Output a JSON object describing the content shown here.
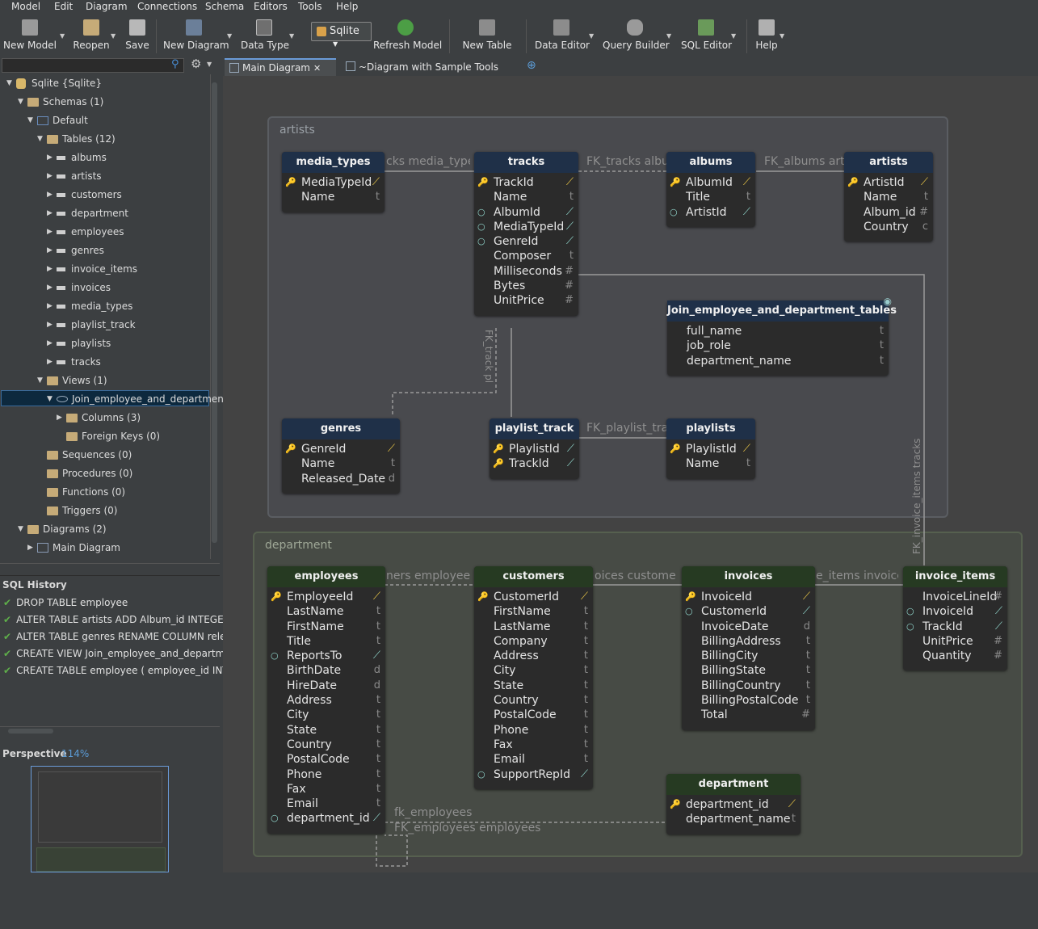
{
  "menu": [
    "Model",
    "Edit",
    "Diagram",
    "Connections",
    "Schema",
    "Editors",
    "Tools",
    "Help"
  ],
  "toolbar": {
    "new_model": "New Model",
    "reopen": "Reopen",
    "save": "Save",
    "new_diagram": "New Diagram",
    "data_type": "Data Type",
    "db_combo": "Sqlite",
    "refresh_model": "Refresh Model",
    "new_table": "New Table",
    "data_editor": "Data Editor",
    "query_builder": "Query Builder",
    "sql_editor": "SQL Editor",
    "help": "Help"
  },
  "tabs": [
    "Main Diagram",
    "~Diagram with Sample Tools"
  ],
  "tree": {
    "root": "Sqlite {Sqlite}",
    "schemas": "Schemas (1)",
    "default": "Default",
    "tables": "Tables (12)",
    "table_names": [
      "albums",
      "artists",
      "customers",
      "department",
      "employees",
      "genres",
      "invoice_items",
      "invoices",
      "media_types",
      "playlist_track",
      "playlists",
      "tracks"
    ],
    "views": "Views (1)",
    "view": "Join_employee_and_department",
    "columns": "Columns (3)",
    "fkeys": "Foreign Keys (0)",
    "sequences": "Sequences (0)",
    "procedures": "Procedures (0)",
    "functions": "Functions (0)",
    "triggers": "Triggers (0)",
    "diagrams": "Diagrams (2)",
    "main_diagram": "Main Diagram"
  },
  "sql_history": {
    "title": "SQL History",
    "items": [
      "DROP TABLE employee",
      "ALTER TABLE artists ADD Album_id INTEGER",
      "ALTER TABLE genres RENAME COLUMN release",
      "CREATE VIEW Join_employee_and_department_t",
      "CREATE TABLE employee ( employee_id INT NO"
    ]
  },
  "perspective": {
    "title": "Perspective",
    "zoom": "114%"
  },
  "groups": {
    "artists": "artists",
    "department": "department"
  },
  "entities": {
    "media_types": {
      "name": "media_types",
      "cols": [
        [
          "MediaTypeId",
          "pk"
        ],
        [
          "Name",
          "t"
        ]
      ]
    },
    "tracks": {
      "name": "tracks",
      "cols": [
        [
          "TrackId",
          "pk"
        ],
        [
          "Name",
          "t"
        ],
        [
          "AlbumId",
          "fk"
        ],
        [
          "MediaTypeId",
          "fk"
        ],
        [
          "GenreId",
          "fk"
        ],
        [
          "Composer",
          "t"
        ],
        [
          "Milliseconds",
          "#"
        ],
        [
          "Bytes",
          "#"
        ],
        [
          "UnitPrice",
          "#"
        ]
      ]
    },
    "albums": {
      "name": "albums",
      "cols": [
        [
          "AlbumId",
          "pk"
        ],
        [
          "Title",
          "t"
        ],
        [
          "ArtistId",
          "fk"
        ]
      ]
    },
    "artists": {
      "name": "artists",
      "cols": [
        [
          "ArtistId",
          "pk"
        ],
        [
          "Name",
          "t"
        ],
        [
          "Album_id",
          "#"
        ],
        [
          "Country",
          "c"
        ]
      ]
    },
    "view": {
      "name": "Join_employee_and_department_tables",
      "cols": [
        [
          "full_name",
          "t"
        ],
        [
          "job_role",
          "t"
        ],
        [
          "department_name",
          "t"
        ]
      ]
    },
    "genres": {
      "name": "genres",
      "cols": [
        [
          "GenreId",
          "pk"
        ],
        [
          "Name",
          "t"
        ],
        [
          "Released_Date",
          "d"
        ]
      ]
    },
    "playlist_track": {
      "name": "playlist_track",
      "cols": [
        [
          "PlaylistId",
          "pkfk"
        ],
        [
          "TrackId",
          "pkfk"
        ]
      ]
    },
    "playlists": {
      "name": "playlists",
      "cols": [
        [
          "PlaylistId",
          "pk"
        ],
        [
          "Name",
          "t"
        ]
      ]
    },
    "employees": {
      "name": "employees",
      "cols": [
        [
          "EmployeeId",
          "pk"
        ],
        [
          "LastName",
          "t"
        ],
        [
          "FirstName",
          "t"
        ],
        [
          "Title",
          "t"
        ],
        [
          "ReportsTo",
          "fk"
        ],
        [
          "BirthDate",
          "d"
        ],
        [
          "HireDate",
          "d"
        ],
        [
          "Address",
          "t"
        ],
        [
          "City",
          "t"
        ],
        [
          "State",
          "t"
        ],
        [
          "Country",
          "t"
        ],
        [
          "PostalCode",
          "t"
        ],
        [
          "Phone",
          "t"
        ],
        [
          "Fax",
          "t"
        ],
        [
          "Email",
          "t"
        ],
        [
          "department_id",
          "fk"
        ]
      ]
    },
    "customers": {
      "name": "customers",
      "cols": [
        [
          "CustomerId",
          "pk"
        ],
        [
          "FirstName",
          "t"
        ],
        [
          "LastName",
          "t"
        ],
        [
          "Company",
          "t"
        ],
        [
          "Address",
          "t"
        ],
        [
          "City",
          "t"
        ],
        [
          "State",
          "t"
        ],
        [
          "Country",
          "t"
        ],
        [
          "PostalCode",
          "t"
        ],
        [
          "Phone",
          "t"
        ],
        [
          "Fax",
          "t"
        ],
        [
          "Email",
          "t"
        ],
        [
          "SupportRepId",
          "fk"
        ]
      ]
    },
    "invoices": {
      "name": "invoices",
      "cols": [
        [
          "InvoiceId",
          "pk"
        ],
        [
          "CustomerId",
          "fk"
        ],
        [
          "InvoiceDate",
          "d"
        ],
        [
          "BillingAddress",
          "t"
        ],
        [
          "BillingCity",
          "t"
        ],
        [
          "BillingState",
          "t"
        ],
        [
          "BillingCountry",
          "t"
        ],
        [
          "BillingPostalCode",
          "t"
        ],
        [
          "Total",
          "#"
        ]
      ]
    },
    "invoice_items": {
      "name": "invoice_items",
      "cols": [
        [
          "InvoiceLineId",
          "#"
        ],
        [
          "InvoiceId",
          "fk"
        ],
        [
          "TrackId",
          "fk"
        ],
        [
          "UnitPrice",
          "#"
        ],
        [
          "Quantity",
          "#"
        ]
      ]
    },
    "department": {
      "name": "department",
      "cols": [
        [
          "department_id",
          "pk"
        ],
        [
          "department_name",
          "t"
        ]
      ]
    }
  },
  "relations": {
    "mt": "cks media_types",
    "ta": "FK_tracks album",
    "aa": "FK_albums artis",
    "pt": "FK_playlist_trac",
    "ptt": "FK_track pl",
    "ii": "FK_invoice_items tracks",
    "ce": "ners employees",
    "ic": "oices customers",
    "iii": "e_items invoices",
    "fe": "fk_employees",
    "fee": "FK_employees employees"
  },
  "colors": {
    "pk": "#e8c547",
    "fk": "#8fd3c9",
    "blue_head": "#1f3048",
    "green_head": "#263a22"
  }
}
